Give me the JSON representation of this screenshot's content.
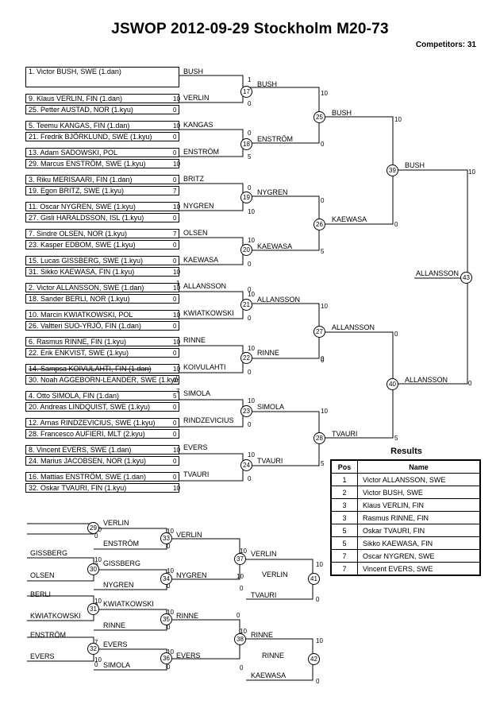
{
  "header": {
    "title": "JSWOP  2012-09-29  Stockholm   M20-73",
    "competitors": "Competitors: 31"
  },
  "players": [
    {
      "text": "1. Victor BUSH, SWE (1.dan)"
    },
    {
      "text": "9. Klaus VERLIN, FIN (1.dan)"
    },
    {
      "text": "25. Petter AUSTAD, NOR (1.kyu)"
    },
    {
      "text": "5. Teemu KANGAS, FIN (1.dan)"
    },
    {
      "text": "21. Fredrik BJÖRKLUND, SWE (1.kyu)"
    },
    {
      "text": "13. Adam SADOWSKI, POL"
    },
    {
      "text": "29. Marcus ENSTRÖM, SWE (1.kyu)"
    },
    {
      "text": "3. Riku MERISAARI, FIN (1.dan)"
    },
    {
      "text": "19. Egon  BRITZ, SWE (1.kyu)"
    },
    {
      "text": "11. Oscar NYGREN, SWE (1.kyu)"
    },
    {
      "text": "27. Gisli HARALDSSON, ISL (1.kyu)"
    },
    {
      "text": "7. Sindre OLSEN, NOR (1.kyu)"
    },
    {
      "text": "23. Kasper EDBOM, SWE (1.kyu)"
    },
    {
      "text": "15. Lucas GISSBERG, SWE (1.kyu)"
    },
    {
      "text": "31. Sikko KAEWASA, FIN (1.kyu)"
    },
    {
      "text": "2. Victor ALLANSSON, SWE (1.dan)"
    },
    {
      "text": "18. Sander  BERLI, NOR (1.kyu)"
    },
    {
      "text": "10. Marcin KWIATKOWSKI, POL"
    },
    {
      "text": "26. Valtteri SUO-YRJÖ, FIN (1.dan)"
    },
    {
      "text": "6. Rasmus RINNE, FIN (1.kyu)"
    },
    {
      "text": "22. Erik ENKVIST, SWE (1.kyu)"
    },
    {
      "text": "14. Sampsa KOIVULAHTI, FIN (1.dan)"
    },
    {
      "text": "30. Noah AGGEBORN-LEANDER, SWE (1.kyu)"
    },
    {
      "text": "4. Otto SIMOLA, FIN (1.dan)"
    },
    {
      "text": "20. Andreas LINDQUIST, SWE (1.kyu)"
    },
    {
      "text": "12. Arnas RINDZEVICIUS, SWE (1.kyu)"
    },
    {
      "text": "28. Francesco AUFIERI, MLT (2.kyu)"
    },
    {
      "text": "8. Vincent EVERS, SWE (1.dan)"
    },
    {
      "text": "24. Marius JACOBSEN, NOR (1.kyu)"
    },
    {
      "text": "16. Mattias ENSTRÖM, SWE (1.dan)"
    },
    {
      "text": "32. Oskar TVAURI, FIN (1.kyu)"
    }
  ],
  "first_round_scores": [
    "10",
    "0",
    "10",
    "0",
    "0",
    "10",
    "0",
    "7",
    "10",
    "0",
    "7",
    "0",
    "0",
    "10",
    "10",
    "0",
    "10",
    "0",
    "10",
    "0",
    "10",
    "0",
    "5",
    "0",
    "0",
    "0",
    "10",
    "0",
    "0",
    "10"
  ],
  "labels": [
    "BUSH",
    "VERLIN",
    "KANGAS",
    "ENSTRÖM",
    "BRITZ",
    "NYGREN",
    "OLSEN",
    "KAEWASA",
    "ALLANSSON",
    "KWIATKOWSKI",
    "RINNE",
    "KOIVULAHTI",
    "SIMOLA",
    "RINDZEVICIUS",
    "EVERS",
    "TVAURI",
    "BUSH",
    "ENSTRÖM",
    "NYGREN",
    "KAEWASA",
    "ALLANSSON",
    "RINNE",
    "SIMOLA",
    "TVAURI",
    "BUSH",
    "KAEWASA",
    "ALLANSSON",
    "TVAURI",
    "BUSH",
    "ALLANSSON",
    "ALLANSSON",
    "VERLIN",
    "ENSTRÖM",
    "GISSBERG",
    "OLSEN",
    "GISSBERG",
    "NYGREN",
    "BERLI",
    "KWIATKOWSKI",
    "KWIATKOWSKI",
    "RINNE",
    "ENSTRÖM",
    "EVERS",
    "EVERS",
    "SIMOLA",
    "VERLIN",
    "NYGREN",
    "RINNE",
    "EVERS",
    "VERLIN",
    "TVAURI",
    "RINNE",
    "KAEWASA",
    "VERLIN",
    "RINNE"
  ],
  "scores": [
    "1",
    "0",
    "10",
    "0",
    "0",
    "5",
    "0",
    "10",
    "10",
    "0",
    "0",
    "5",
    "10",
    "0",
    "10",
    "0",
    "10",
    "0",
    "10",
    "0",
    "10",
    "0",
    "10",
    "5",
    "10",
    "0",
    "0",
    "5",
    "10",
    "0",
    "1",
    "0",
    "0",
    "0",
    "7",
    "10",
    "0",
    "10",
    "0",
    "10",
    "0",
    "10",
    "0",
    "10",
    "0",
    "7",
    "0",
    "10",
    "0",
    "10",
    "0",
    "10",
    "0",
    "10",
    "0",
    "10",
    "0",
    "10",
    "0",
    "10",
    "0",
    "10",
    "0"
  ],
  "match_numbers": [
    "17",
    "18",
    "19",
    "20",
    "21",
    "22",
    "23",
    "24",
    "25",
    "26",
    "27",
    "28",
    "39",
    "40",
    "43",
    "29",
    "30",
    "31",
    "32",
    "33",
    "34",
    "35",
    "36",
    "37",
    "38",
    "41",
    "42"
  ],
  "results": {
    "title": "Results",
    "headers": [
      "Pos",
      "Name"
    ],
    "rows": [
      {
        "pos": "1",
        "name": "Victor ALLANSSON, SWE"
      },
      {
        "pos": "2",
        "name": "Victor BUSH, SWE"
      },
      {
        "pos": "3",
        "name": "Klaus VERLIN, FIN"
      },
      {
        "pos": "3",
        "name": "Rasmus RINNE, FIN"
      },
      {
        "pos": "5",
        "name": "Oskar TVAURI, FIN"
      },
      {
        "pos": "5",
        "name": "Sikko KAEWASA, FIN"
      },
      {
        "pos": "7",
        "name": "Oscar NYGREN, SWE"
      },
      {
        "pos": "7",
        "name": "Vincent EVERS, SWE"
      }
    ]
  }
}
